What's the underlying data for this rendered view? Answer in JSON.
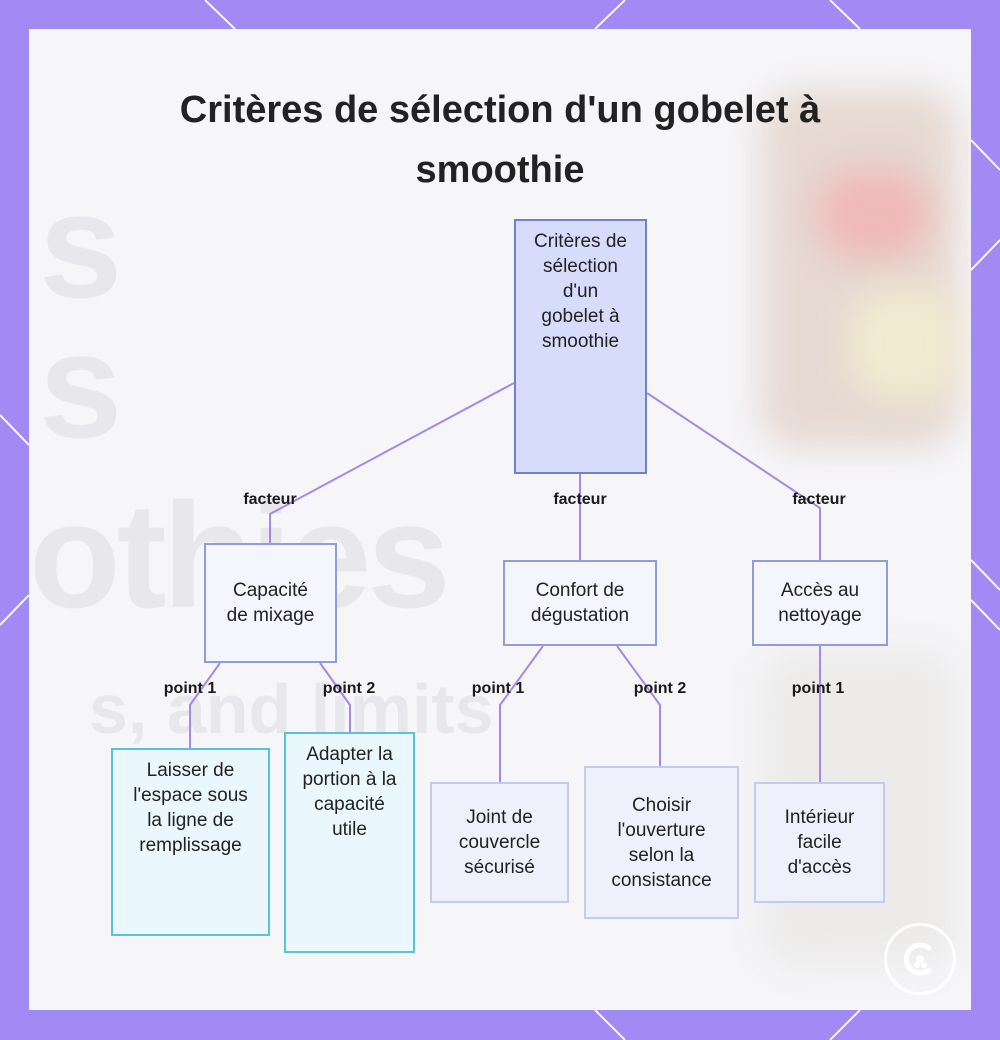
{
  "title": "Critères de sélection d'un gobelet à smoothie",
  "root": {
    "label": "Critères de sélection d'un gobelet à smoothie"
  },
  "factors": [
    {
      "edge_label": "facteur",
      "label": "Capacité de mixage"
    },
    {
      "edge_label": "facteur",
      "label": "Confort de dégustation"
    },
    {
      "edge_label": "facteur",
      "label": "Accès au nettoyage"
    }
  ],
  "points": [
    {
      "edge_label": "point 1",
      "label": "Laisser de l'espace sous la ligne de remplissage"
    },
    {
      "edge_label": "point 2",
      "label": "Adapter la portion à la capacité utile"
    },
    {
      "edge_label": "point 1",
      "label": "Joint de couvercle sécurisé"
    },
    {
      "edge_label": "point 2",
      "label": "Choisir l'ouverture selon la consistance"
    },
    {
      "edge_label": "point 1",
      "label": "Intérieur facile d'accès"
    }
  ],
  "colors": {
    "frame": "#a18af3",
    "edge": "#a48ae6",
    "root_fill": "#d8dcfb",
    "factor_fill": "#f4f5fd",
    "point_cyan_fill": "#eaf7fd",
    "point_lavender_fill": "#eef0fc"
  }
}
